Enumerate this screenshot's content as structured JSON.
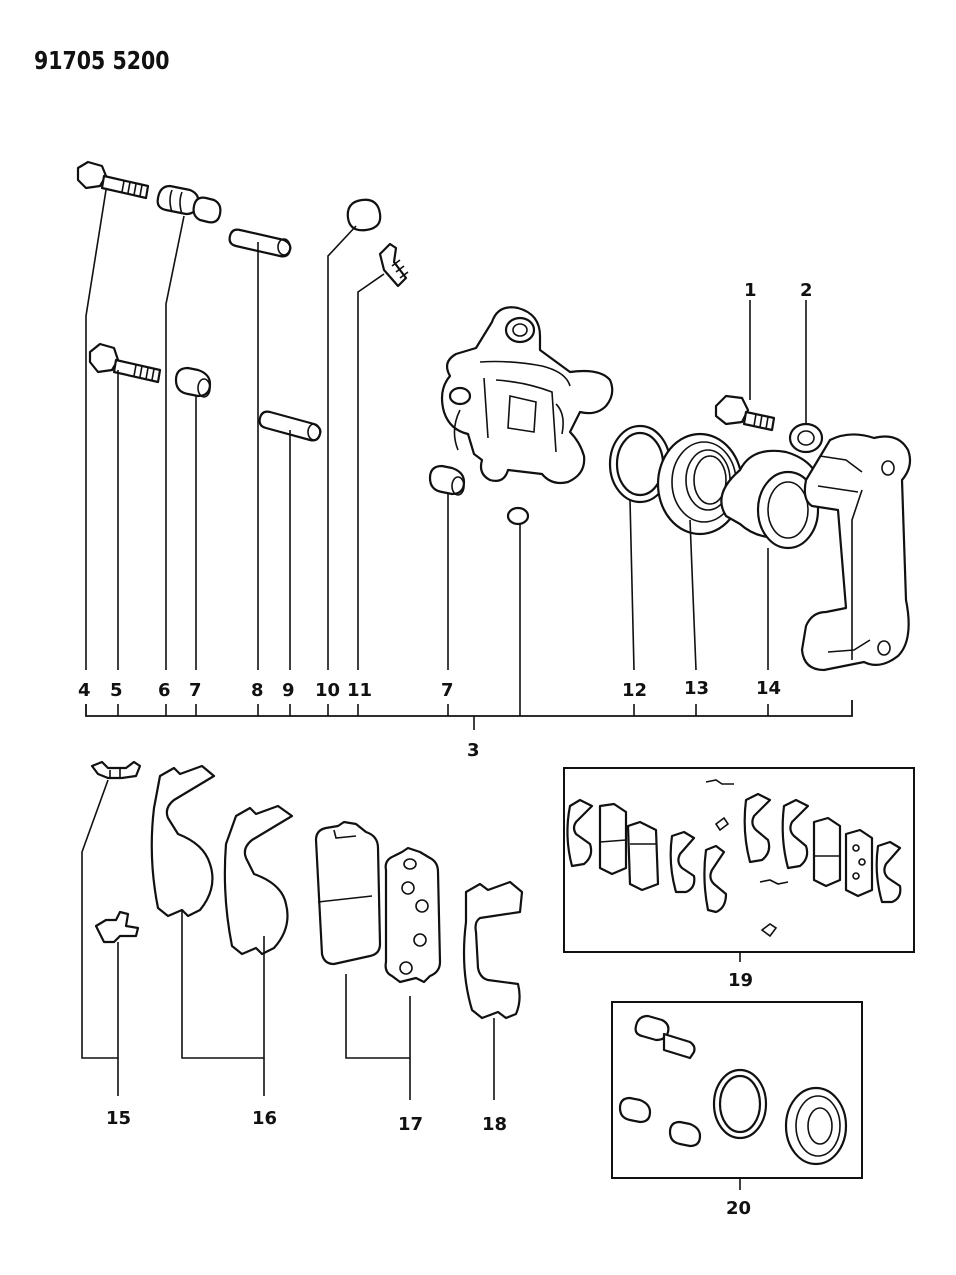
{
  "document_number": "91705 5200",
  "callouts": {
    "c1": "1",
    "c2": "2",
    "c3": "3",
    "c4": "4",
    "c5": "5",
    "c6": "6",
    "c7a": "7",
    "c7b": "7",
    "c8": "8",
    "c9": "9",
    "c10": "10",
    "c11": "11",
    "c12": "12",
    "c13": "13",
    "c14": "14",
    "c15": "15",
    "c16": "16",
    "c17": "17",
    "c18": "18",
    "c19": "19",
    "c20": "20"
  }
}
